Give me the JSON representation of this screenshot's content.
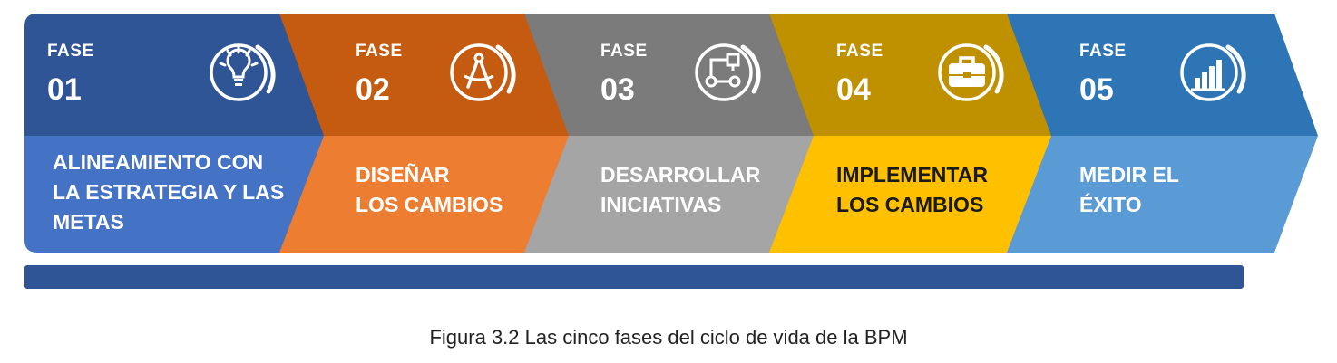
{
  "phases": [
    {
      "fase": "FASE",
      "number": "01",
      "title_lines": [
        "ALINEAMIENTO CON",
        "LA ESTRATEGIA Y LAS",
        "METAS"
      ],
      "icon": "lightbulb-icon",
      "colors": {
        "top": "#2f5597",
        "bottom": "#4472c4",
        "title_text": "#ffffff"
      }
    },
    {
      "fase": "FASE",
      "number": "02",
      "title_lines": [
        "DISEÑAR",
        "LOS CAMBIOS"
      ],
      "icon": "compass-icon",
      "colors": {
        "top": "#c55a11",
        "bottom": "#ed7d31",
        "title_text": "#ffffff"
      }
    },
    {
      "fase": "FASE",
      "number": "03",
      "title_lines": [
        "DESARROLLAR",
        "INICIATIVAS"
      ],
      "icon": "flowchart-icon",
      "colors": {
        "top": "#7b7b7b",
        "bottom": "#a5a5a5",
        "title_text": "#ffffff"
      }
    },
    {
      "fase": "FASE",
      "number": "04",
      "title_lines": [
        "IMPLEMENTAR",
        "LOS CAMBIOS"
      ],
      "icon": "briefcase-icon",
      "colors": {
        "top": "#bf9000",
        "bottom": "#ffc000",
        "title_text": "#1a1a1a"
      }
    },
    {
      "fase": "FASE",
      "number": "05",
      "title_lines": [
        "MEDIR EL",
        "ÉXITO"
      ],
      "icon": "bar-chart-icon",
      "colors": {
        "top": "#2e75b6",
        "bottom": "#5b9bd5",
        "title_text": "#ffffff"
      }
    }
  ],
  "bottom_bar_color": "#2f5597",
  "caption": "Figura 3.2 Las cinco fases del ciclo de vida de la BPM"
}
